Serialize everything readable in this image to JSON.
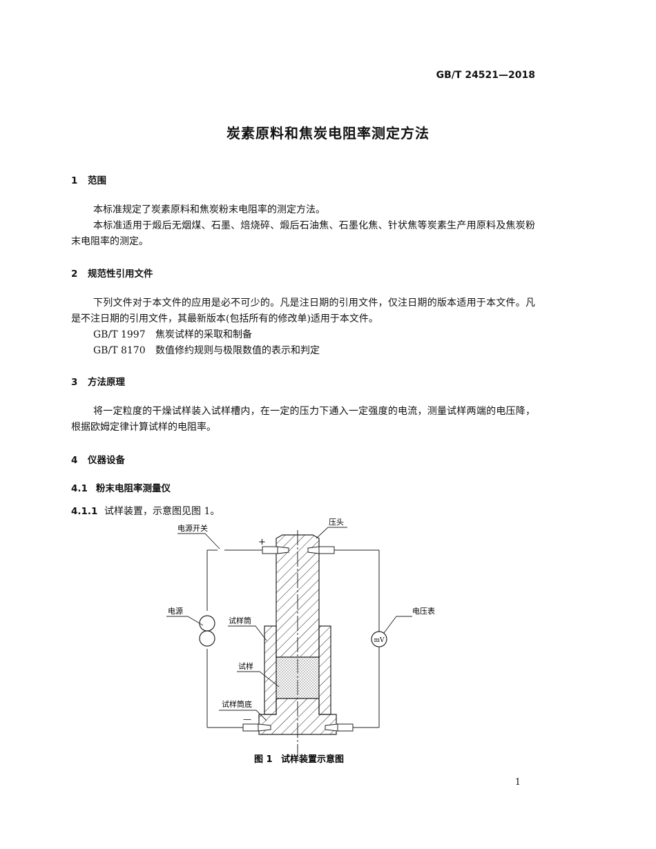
{
  "header": {
    "standard_no": "GB/T 24521—2018"
  },
  "title": "炭素原料和焦炭电阻率测定方法",
  "sections": {
    "s1": {
      "num": "1",
      "heading": "范围",
      "p1": "本标准规定了炭素原料和焦炭粉末电阻率的测定方法。",
      "p2": "本标准适用于煅后无烟煤、石墨、焙烧碎、煅后石油焦、石墨化焦、针状焦等炭素生产用原料及焦炭粉末电阻率的测定。"
    },
    "s2": {
      "num": "2",
      "heading": "规范性引用文件",
      "p1": "下列文件对于本文件的应用是必不可少的。凡是注日期的引用文件，仅注日期的版本适用于本文件。凡是不注日期的引用文件，其最新版本(包括所有的修改单)适用于本文件。",
      "refs": [
        {
          "code": "GB/T 1997",
          "title": "焦炭试样的采取和制备"
        },
        {
          "code": "GB/T 8170",
          "title": "数值修约规则与极限数值的表示和判定"
        }
      ]
    },
    "s3": {
      "num": "3",
      "heading": "方法原理",
      "p1": "将一定粒度的干燥试样装入试样槽内，在一定的压力下通入一定强度的电流，测量试样两端的电压降，根据欧姆定律计算试样的电阻率。"
    },
    "s4": {
      "num": "4",
      "heading": "仪器设备",
      "sub1": {
        "num": "4.1",
        "heading": "粉末电阻率测量仪"
      },
      "sub11": {
        "num": "4.1.1",
        "text": "试样装置，示意图见图 1。"
      }
    }
  },
  "figure": {
    "labels": {
      "switch": "电源开关",
      "plus": "+",
      "head": "压头",
      "power": "电源",
      "voltmeter": "电压表",
      "mv": "mV",
      "cylinder": "试样筒",
      "sample": "试样",
      "base": "试样筒底",
      "minus": "—"
    },
    "caption_num": "图 1",
    "caption_text": "试样装置示意图"
  },
  "page_number": "1"
}
